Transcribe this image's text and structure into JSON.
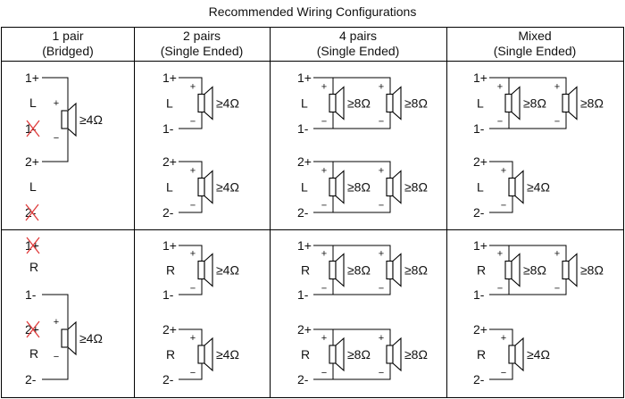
{
  "title": "Recommended Wiring Configurations",
  "columns": [
    {
      "line1": "1 pair",
      "line2": "(Bridged)"
    },
    {
      "line1": "2 pairs",
      "line2": "(Single Ended)"
    },
    {
      "line1": "4 pairs",
      "line2": "(Single Ended)"
    },
    {
      "line1": "Mixed",
      "line2": "(Single Ended)"
    }
  ],
  "terminals": {
    "pos1": "1+",
    "neg1": "1-",
    "pos2": "2+",
    "neg2": "2-",
    "left": "L",
    "right": "R"
  },
  "polarity": {
    "plus": "+",
    "minus": "−"
  },
  "impedance": {
    "bridged": "≥4Ω",
    "single": "≥4Ω",
    "parallel": "≥8Ω"
  },
  "colors": {
    "line": "#000000",
    "cross_mark": "#e03a3a",
    "background": "#ffffff"
  }
}
